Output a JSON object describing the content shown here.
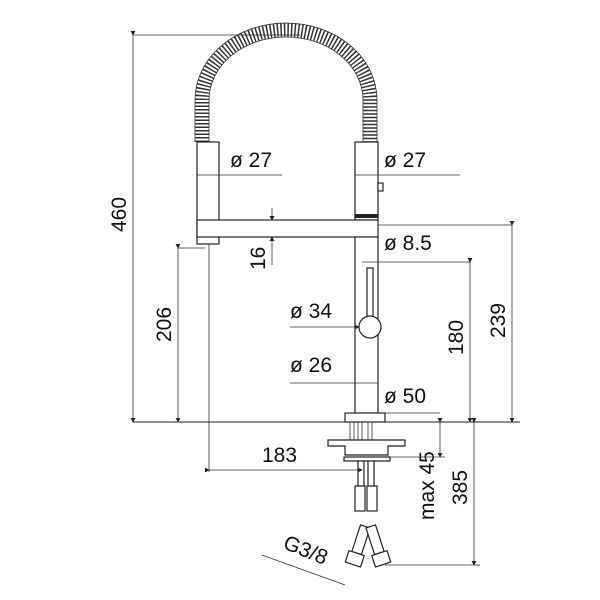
{
  "drawing": {
    "dimensions": {
      "overall_height": "460",
      "spout_height": "206",
      "hose_diameter_left": "ø 27",
      "hose_diameter_right": "ø 27",
      "bar_thickness": "16",
      "lever_diameter": "ø 8.5",
      "handle_diameter": "ø 34",
      "body_diameter": "ø 26",
      "base_diameter": "ø 50",
      "lever_height": "180",
      "bar_height": "239",
      "reach": "183",
      "max_counter_thickness": "max 45",
      "hose_length": "385",
      "connection_thread": "G3/8"
    },
    "colors": {
      "line": "#222222",
      "background": "#ffffff"
    }
  }
}
